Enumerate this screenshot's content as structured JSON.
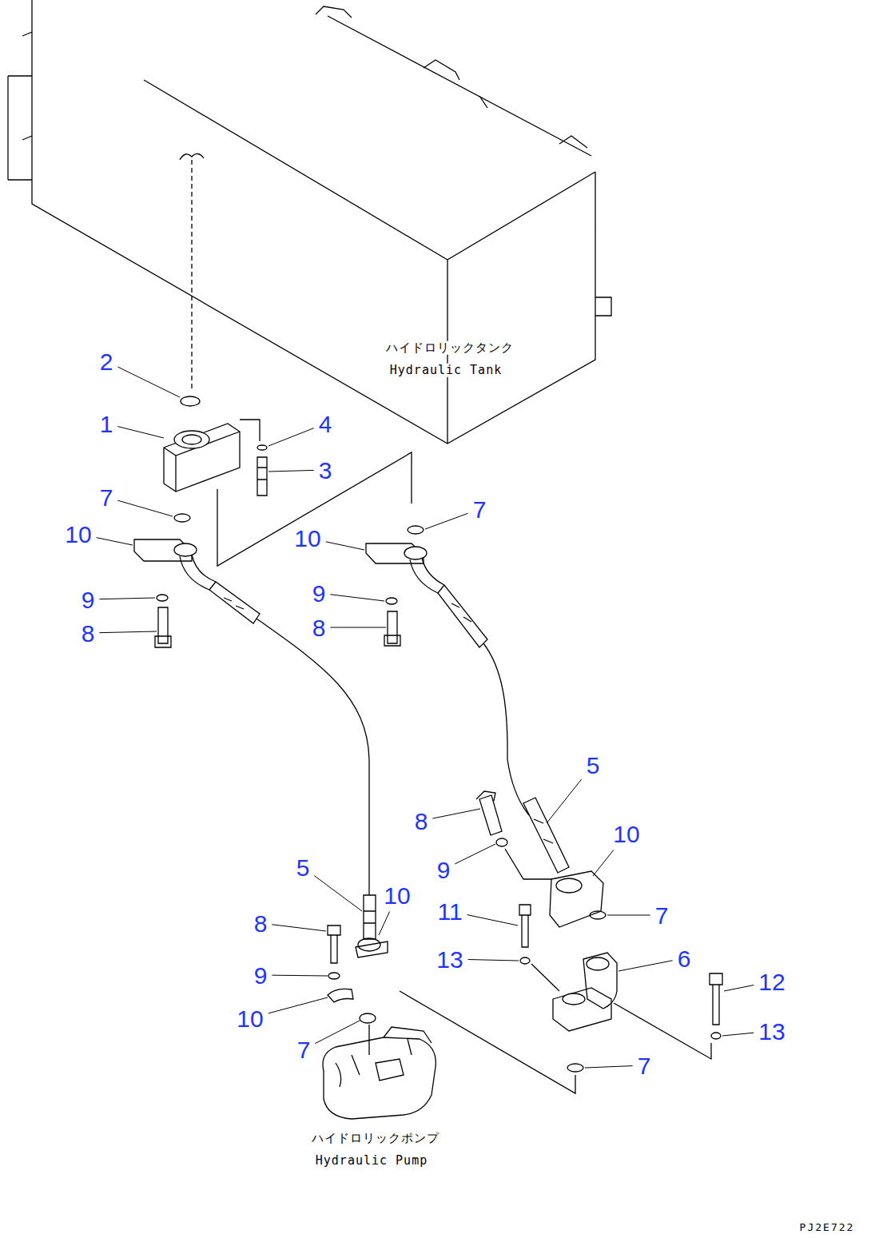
{
  "diagram": {
    "labels": [
      "2",
      "1",
      "4",
      "3",
      "7",
      "7",
      "10",
      "10",
      "9",
      "9",
      "8",
      "8",
      "5",
      "8",
      "10",
      "9",
      "5",
      "10",
      "11",
      "7",
      "8",
      "6",
      "13",
      "12",
      "9",
      "10",
      "13",
      "7",
      "7",
      "ハイドロリックタンク",
      "Hydraulic Tank",
      "ハイドロリックポンプ",
      "Hydraulic Pump",
      "PJ2E722"
    ]
  }
}
